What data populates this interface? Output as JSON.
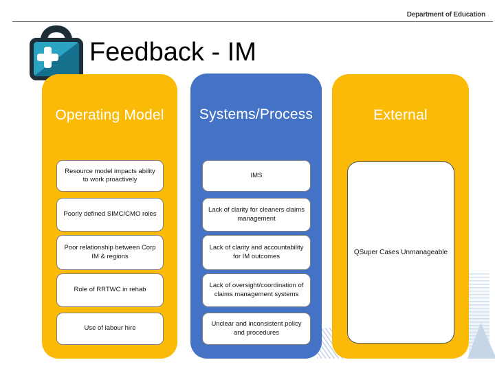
{
  "slide": {
    "brand": "Department of Education",
    "title": "Feedback - IM",
    "title_icon": "first-aid-kit"
  },
  "colors": {
    "gold": "#FBBA08",
    "blue": "#4472C4",
    "card_border": "#7F7F7F",
    "external_card_border": "#44546A",
    "icon_teal_light": "#2BA4C4",
    "icon_teal_dark": "#15708D",
    "icon_outline": "#1D2E38",
    "deco_light_blue": "#C7D6E7"
  },
  "columns": [
    {
      "label": "Operating Model",
      "cards": [
        "Resource model impacts ability to work proactively",
        "Poorly defined SIMC/CMO roles",
        "Poor relationship between Corp IM & regions",
        "Role of RRTWC in rehab",
        "Use of labour hire"
      ]
    },
    {
      "label": "Systems/Process",
      "cards": [
        "IMS",
        "Lack of clarity for cleaners claims management",
        "Lack of clarity and accountability for IM outcomes",
        "Lack of oversight/coordination of claims management systems",
        "Unclear and inconsistent policy and procedures"
      ]
    },
    {
      "label": "External",
      "cards": [
        "QSuper Cases Unmanageable"
      ]
    }
  ]
}
